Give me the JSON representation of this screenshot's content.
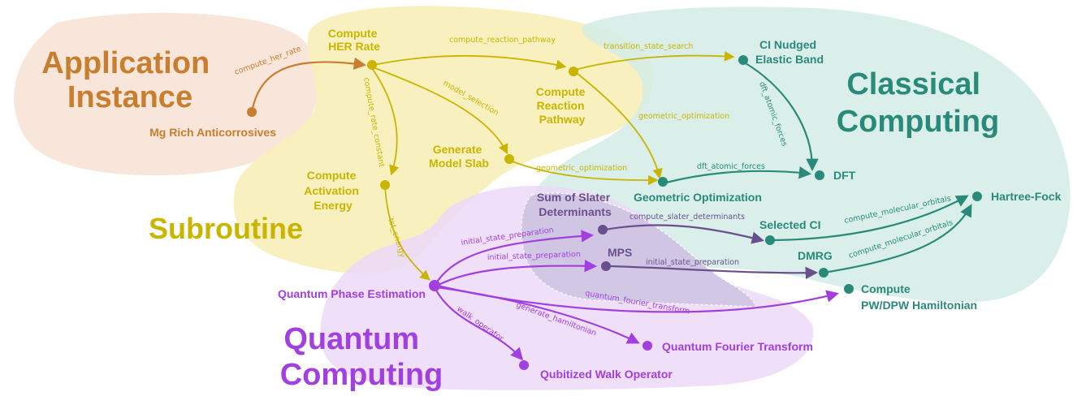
{
  "colors": {
    "application": "#c97d2e",
    "subroutine": "#c9b400",
    "classical": "#2a8a79",
    "quantum": "#a13fe0",
    "mixed": "#6a4f8e",
    "application_bg": "#f7e2d4",
    "subroutine_bg": "#f7f0b8",
    "classical_bg": "#d4ece6",
    "quantum_bg": "#ecd9f8"
  },
  "regions": {
    "application": {
      "title_lines": [
        "Application",
        "Instance"
      ]
    },
    "subroutine": {
      "title_lines": [
        "Subroutine"
      ]
    },
    "classical": {
      "title_lines": [
        "Classical",
        "Computing"
      ]
    },
    "quantum": {
      "title_lines": [
        "Quantum",
        "Computing"
      ]
    }
  },
  "nodes": {
    "mg_rich": {
      "lines": [
        "Mg Rich Anticorrosives"
      ]
    },
    "her_rate": {
      "lines": [
        "Compute",
        "HER Rate"
      ]
    },
    "reaction_pathway": {
      "lines": [
        "Compute",
        "Reaction",
        "Pathway"
      ]
    },
    "model_slab": {
      "lines": [
        "Generate",
        "Model Slab"
      ]
    },
    "activation_energy": {
      "lines": [
        "Compute",
        "Activation",
        "Energy"
      ]
    },
    "ci_neb": {
      "lines": [
        "CI Nudged",
        "Elastic Band"
      ]
    },
    "geometric_optimization": {
      "lines": [
        "Geometric Optimization"
      ]
    },
    "dft": {
      "lines": [
        "DFT"
      ]
    },
    "hartree_fock": {
      "lines": [
        "Hartree-Fock"
      ]
    },
    "selected_ci": {
      "lines": [
        "Selected CI"
      ]
    },
    "dmrg": {
      "lines": [
        "DMRG"
      ]
    },
    "pw_dpw": {
      "lines": [
        "Compute",
        "PW/DPW Hamiltonian"
      ]
    },
    "slater": {
      "lines": [
        "Sum of Slater",
        "Determinants"
      ]
    },
    "mps": {
      "lines": [
        "MPS"
      ]
    },
    "qpe": {
      "lines": [
        "Quantum Phase Estimation"
      ]
    },
    "qft": {
      "lines": [
        "Quantum Fourier Transform"
      ]
    },
    "qubitized_walk": {
      "lines": [
        "Qubitized Walk Operator"
      ]
    }
  },
  "edge_labels": {
    "compute_her_rate": "compute_her_rate",
    "compute_reaction_pathway": "compute_reaction_pathway",
    "transition_state_search": "transition_state_search",
    "model_selection": "model_selection",
    "compute_rate_constant": "compute_rate_constant",
    "geometric_optimization_1": "geometric_optimization",
    "geometric_optimization_2": "geometric_optimization",
    "dft_atomic_forces_1": "dft_atomic_forces",
    "dft_atomic_forces_2": "dft_atomic_forces",
    "tst_energy": "tst_energy",
    "compute_slater_determinants": "compute_slater_determinants",
    "compute_molecular_orbitals_1": "compute_molecular_orbitals",
    "compute_molecular_orbitals_2": "compute_molecular_orbitals",
    "initial_state_preparation_1": "initial_state_preparation",
    "initial_state_preparation_2": "initial_state_preparation",
    "initial_state_preparation_3": "initial_state_preparation",
    "quantum_fourier_transform": "quantum_fourier_transform",
    "generate_hamiltonian": "generate_hamiltonian",
    "walk_operator": "walk_operator"
  }
}
